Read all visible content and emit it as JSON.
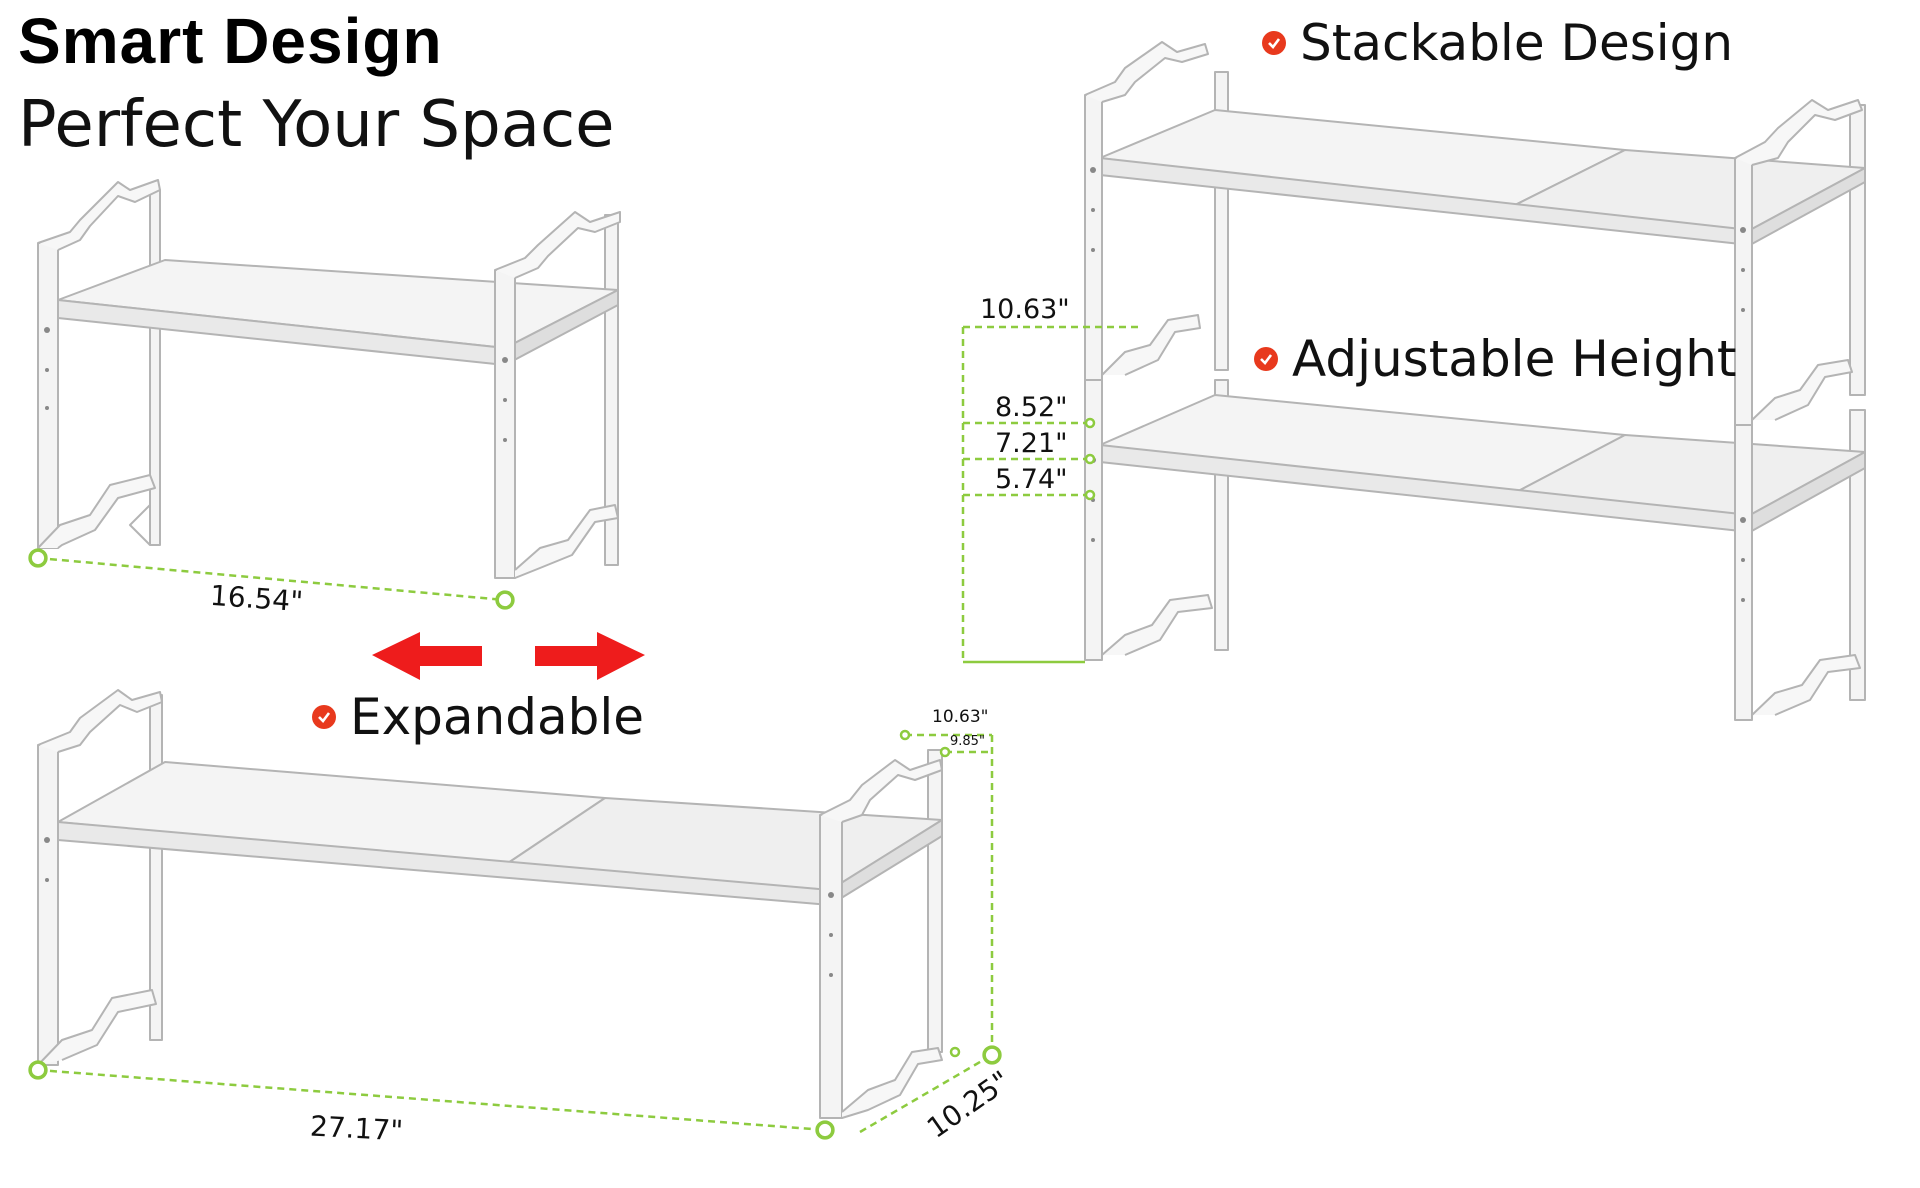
{
  "header": {
    "title": "Smart Design",
    "subtitle": "Perfect Your Space"
  },
  "features": {
    "stackable": "Stackable Design",
    "adjustable": "Adjustable Height",
    "expandable": "Expandable"
  },
  "dimensions": {
    "single_width": "16.54\"",
    "stack_height": "10.63\"",
    "height_1": "8.52\"",
    "height_2": "7.21\"",
    "height_3": "5.74\"",
    "expanded_width": "27.17\"",
    "expanded_height_max": "10.63\"",
    "expanded_height_min": "9.85\"",
    "depth": "10.25\""
  },
  "icons": {
    "check": "check-circle-icon",
    "arrows": "expand-arrows-icon"
  },
  "colors": {
    "check": "#e8391d",
    "arrow": "#ee1c1c",
    "dimension_line": "#8dcb3f",
    "shelf_stroke": "#b4b4b4",
    "shelf_fill": "#f4f4f4"
  }
}
